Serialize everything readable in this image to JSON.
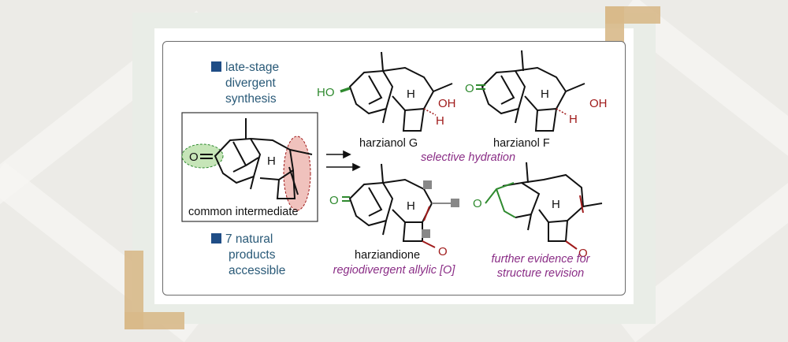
{
  "bullets": {
    "top": [
      "late-stage",
      "divergent",
      "synthesis"
    ],
    "bottom": [
      "7 natural",
      "products",
      "accessible"
    ]
  },
  "atoms": {
    "ho": "HO",
    "oh": "OH",
    "h": "H",
    "o": "O"
  },
  "labels": {
    "intermediate": "common intermediate",
    "harzianol_g": "harzianol G",
    "harzianol_f": "harzianol F",
    "harziandione": "harziandione"
  },
  "notes": {
    "hydration": "selective hydration",
    "allylic": "regiodivergent allylic [O]",
    "revision": [
      "further evidence for",
      "structure revision"
    ]
  },
  "colors": {
    "green": "#2f8a2f",
    "red": "#a01b1b",
    "purple": "#8a2d86",
    "blue": "#1f4d86"
  }
}
